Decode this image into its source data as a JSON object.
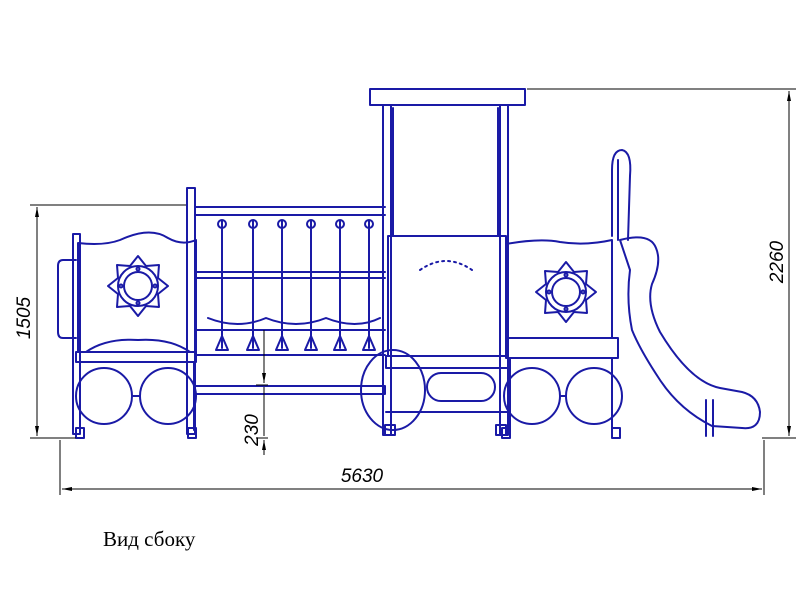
{
  "drawing": {
    "caption": "Вид сбоку",
    "line_color": "#1a1aa6",
    "dimension_color": "#000000",
    "dimensions": {
      "overall_length": "5630",
      "total_height": "2260",
      "wagon_height": "1505",
      "clearance": "230"
    }
  }
}
